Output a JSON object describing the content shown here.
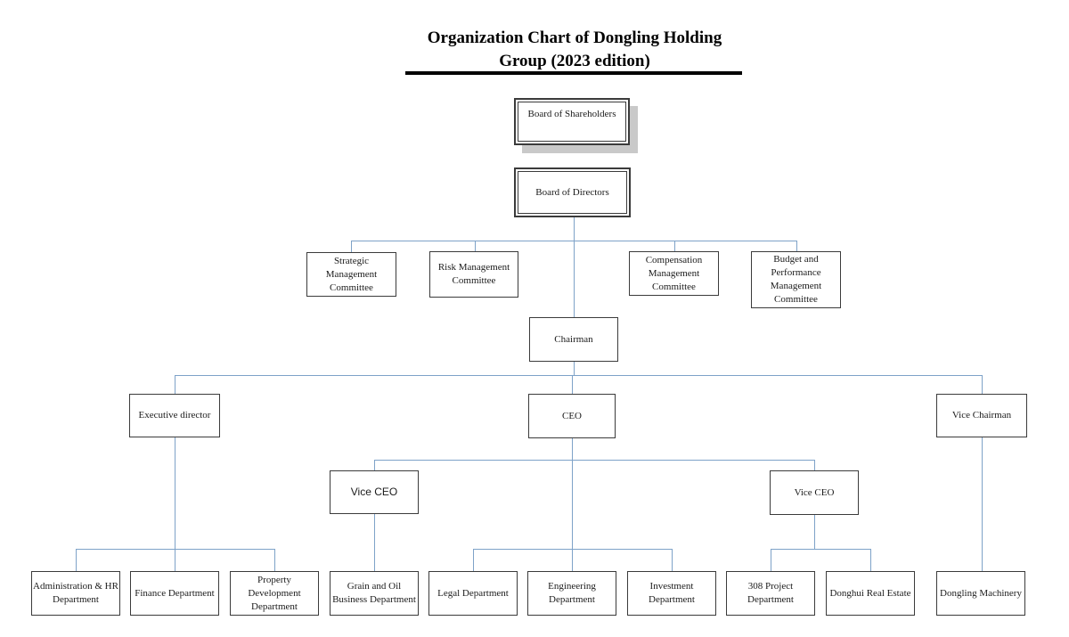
{
  "title": {
    "line1": "Organization Chart of Dongling Holding",
    "line2": "Group (2023 edition)"
  },
  "colors": {
    "connector_line": "#7ea2c8",
    "box_border": "#3b3b3b",
    "title_rule": "#000000",
    "shareholders_shadow": "#c9c9c9",
    "background": "#ffffff",
    "text": "#1b1b1b"
  },
  "nodes": {
    "board_of_shareholders": {
      "label": "Board of Shareholders"
    },
    "board_of_directors": {
      "label": "Board of Directors"
    },
    "strategic_management_committee": {
      "label": "Strategic Management Committee"
    },
    "risk_management_committee": {
      "label": "Risk Management Committee"
    },
    "compensation_management_committee": {
      "label": "Compensation Management Committee"
    },
    "budget_performance_management_committee": {
      "label": "Budget and Performance Management Committee"
    },
    "chairman": {
      "label": "Chairman"
    },
    "executive_director": {
      "label": "Executive director"
    },
    "ceo": {
      "label": "CEO"
    },
    "vice_chairman": {
      "label": "Vice Chairman"
    },
    "vice_ceo_left": {
      "label": "Vice CEO"
    },
    "vice_ceo_right": {
      "label": "Vice CEO"
    },
    "admin_hr_department": {
      "label": "Administration & HR Department"
    },
    "finance_department": {
      "label": "Finance Department"
    },
    "property_development_department": {
      "label": "Property Development Department"
    },
    "grain_oil_business_department": {
      "label": "Grain and Oil Business Department"
    },
    "legal_department": {
      "label": "Legal Department"
    },
    "engineering_department": {
      "label": "Engineering Department"
    },
    "investment_department": {
      "label": "Investment Department"
    },
    "project_308_department": {
      "label": "308 Project Department"
    },
    "donghui_real_estate": {
      "label": "Donghui Real Estate"
    },
    "dongling_machinery": {
      "label": "Dongling Machinery"
    }
  }
}
